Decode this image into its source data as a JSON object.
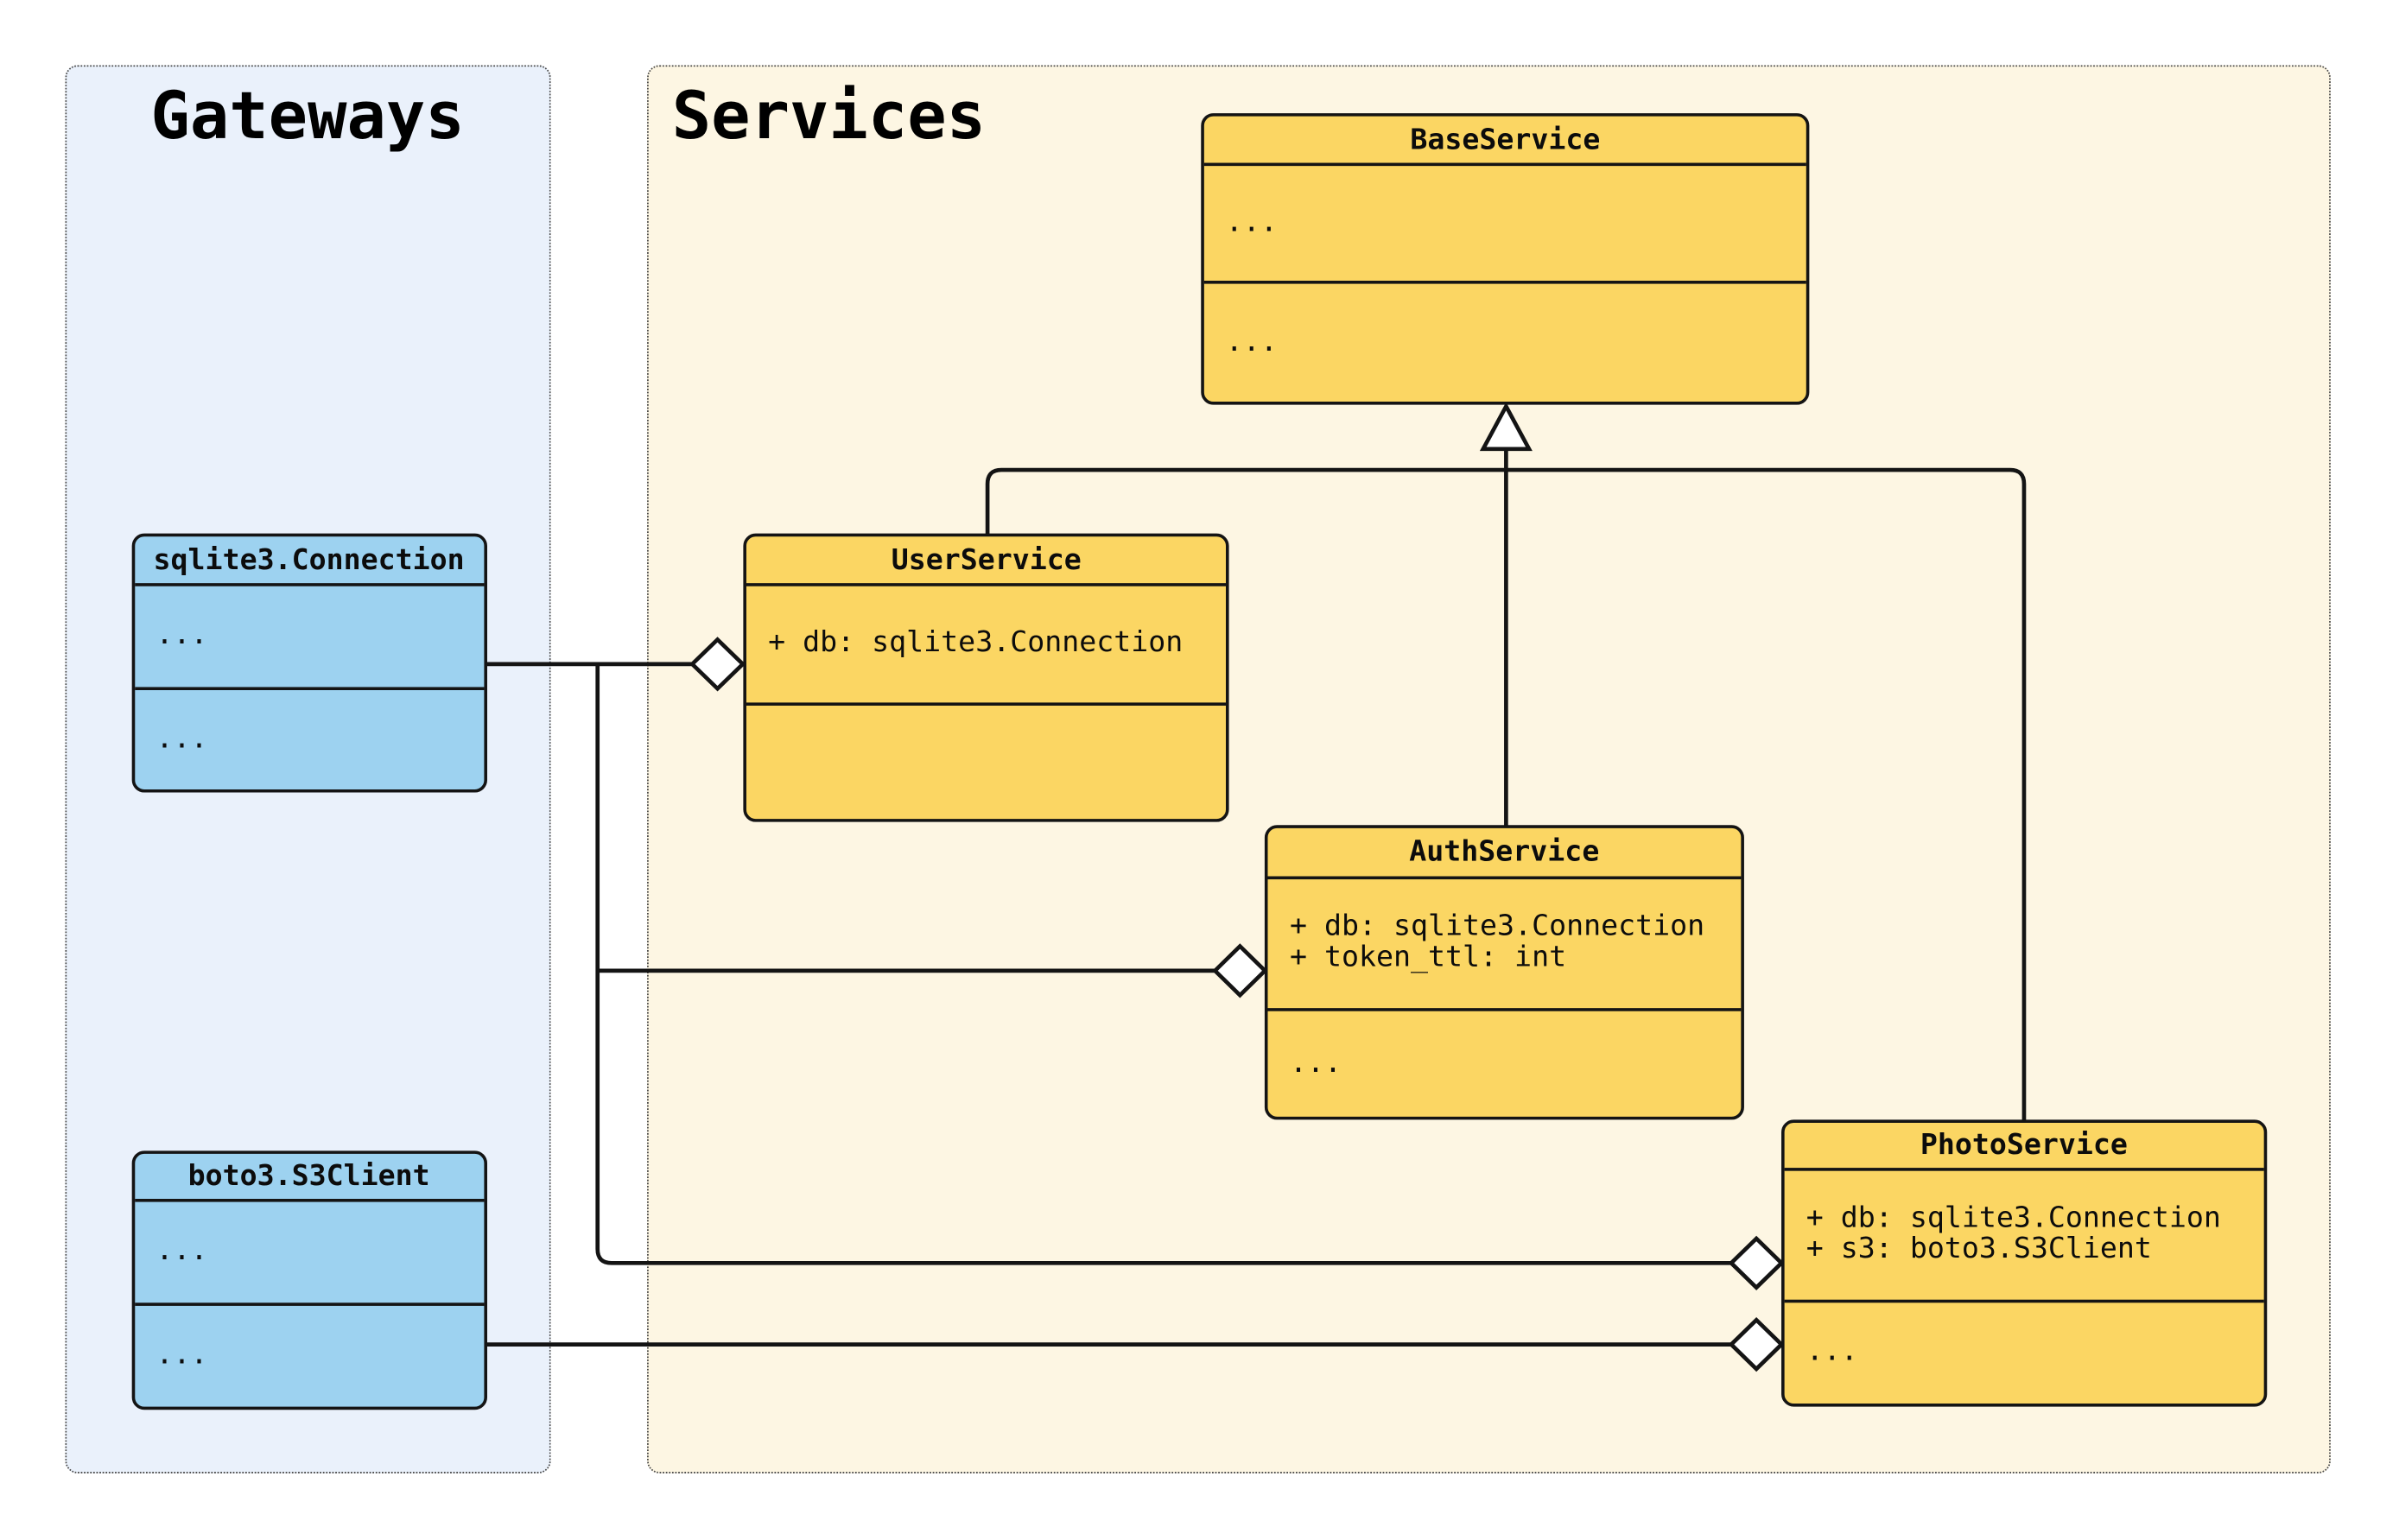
{
  "diagram": {
    "groups": {
      "gateways": {
        "title": "Gateways"
      },
      "services": {
        "title": "Services"
      }
    },
    "classes": {
      "sqlite_connection": {
        "title": "sqlite3.Connection",
        "group": "gateways",
        "attributes": [
          "..."
        ],
        "methods": [
          "..."
        ]
      },
      "boto3_s3client": {
        "title": "boto3.S3Client",
        "group": "gateways",
        "attributes": [
          "..."
        ],
        "methods": [
          "..."
        ]
      },
      "base_service": {
        "title": "BaseService",
        "group": "services",
        "attributes": [
          "..."
        ],
        "methods": [
          "..."
        ]
      },
      "user_service": {
        "title": "UserService",
        "group": "services",
        "attributes": [
          "+ db: sqlite3.Connection"
        ],
        "methods": []
      },
      "auth_service": {
        "title": "AuthService",
        "group": "services",
        "attributes": [
          "+ db: sqlite3.Connection",
          "+ token_ttl: int"
        ],
        "methods": [
          "..."
        ]
      },
      "photo_service": {
        "title": "PhotoService",
        "group": "services",
        "attributes": [
          "+ db: sqlite3.Connection",
          "+ s3: boto3.S3Client"
        ],
        "methods": [
          "..."
        ]
      }
    },
    "relationships": [
      {
        "type": "inheritance",
        "child": "UserService",
        "parent": "BaseService"
      },
      {
        "type": "inheritance",
        "child": "AuthService",
        "parent": "BaseService"
      },
      {
        "type": "inheritance",
        "child": "PhotoService",
        "parent": "BaseService"
      },
      {
        "type": "aggregation",
        "owner": "UserService",
        "part": "sqlite3.Connection"
      },
      {
        "type": "aggregation",
        "owner": "AuthService",
        "part": "sqlite3.Connection"
      },
      {
        "type": "aggregation",
        "owner": "PhotoService",
        "part": "sqlite3.Connection"
      },
      {
        "type": "aggregation",
        "owner": "PhotoService",
        "part": "boto3.S3Client"
      }
    ],
    "colors": {
      "gateway_class_fill": "#9dd2f0",
      "service_class_fill": "#fbd663",
      "gateways_group_bg": "#eaf1fb",
      "services_group_bg": "#fdf6e3",
      "stroke": "#141414",
      "canvas_bg": "#ffffff"
    }
  }
}
